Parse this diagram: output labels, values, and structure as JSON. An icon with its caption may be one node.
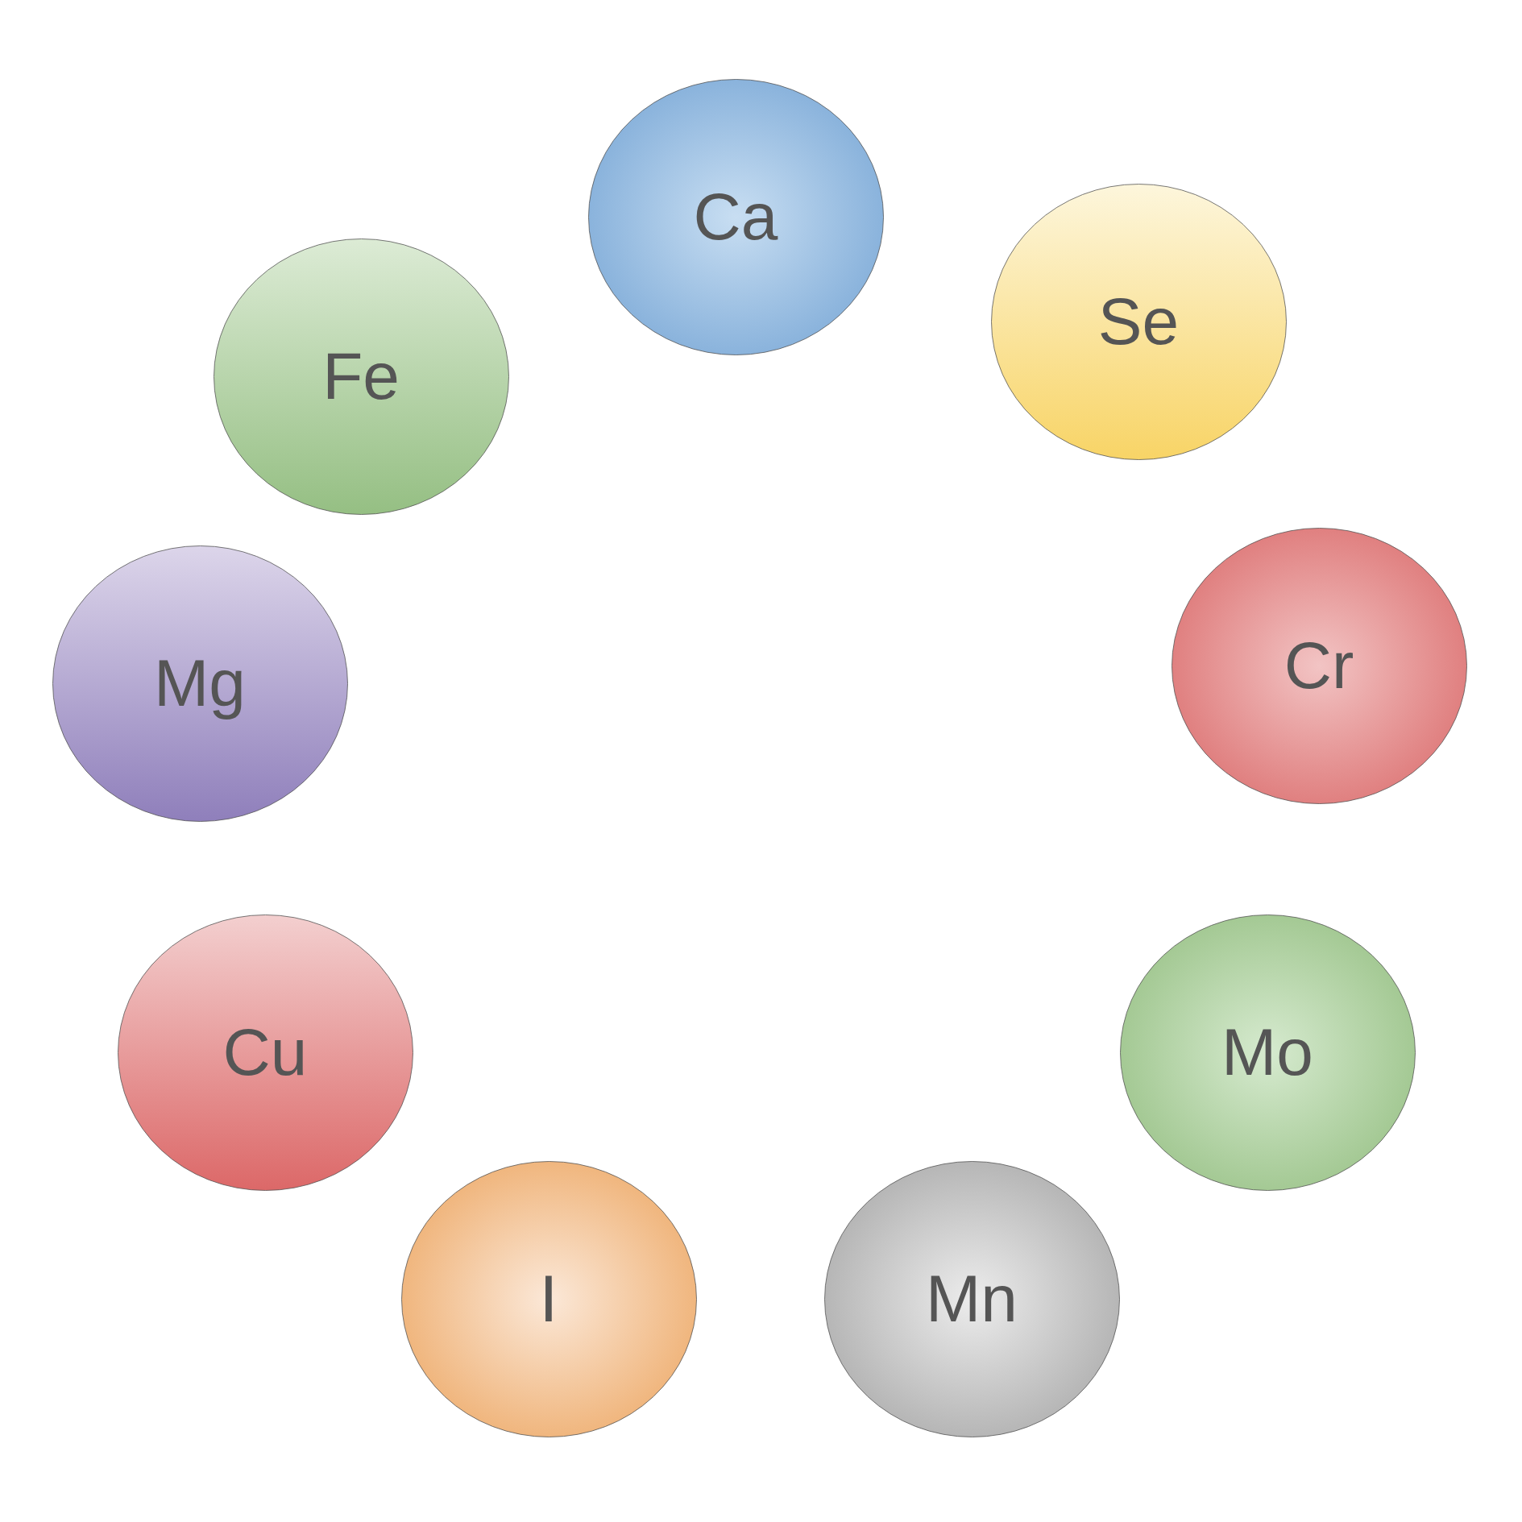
{
  "diagram": {
    "nodes": [
      {
        "text": [
          "Ca"
        ]
      },
      {
        "text": [
          "Se"
        ]
      },
      {
        "text": [
          "Fe"
        ]
      },
      {
        "text": [
          "Cr"
        ]
      },
      {
        "text": [
          "Mg"
        ]
      },
      {
        "text": [
          "Mo"
        ]
      },
      {
        "text": [
          "Cu"
        ]
      },
      {
        "text": [
          "I"
        ]
      },
      {
        "text": [
          "Mn"
        ]
      }
    ]
  }
}
